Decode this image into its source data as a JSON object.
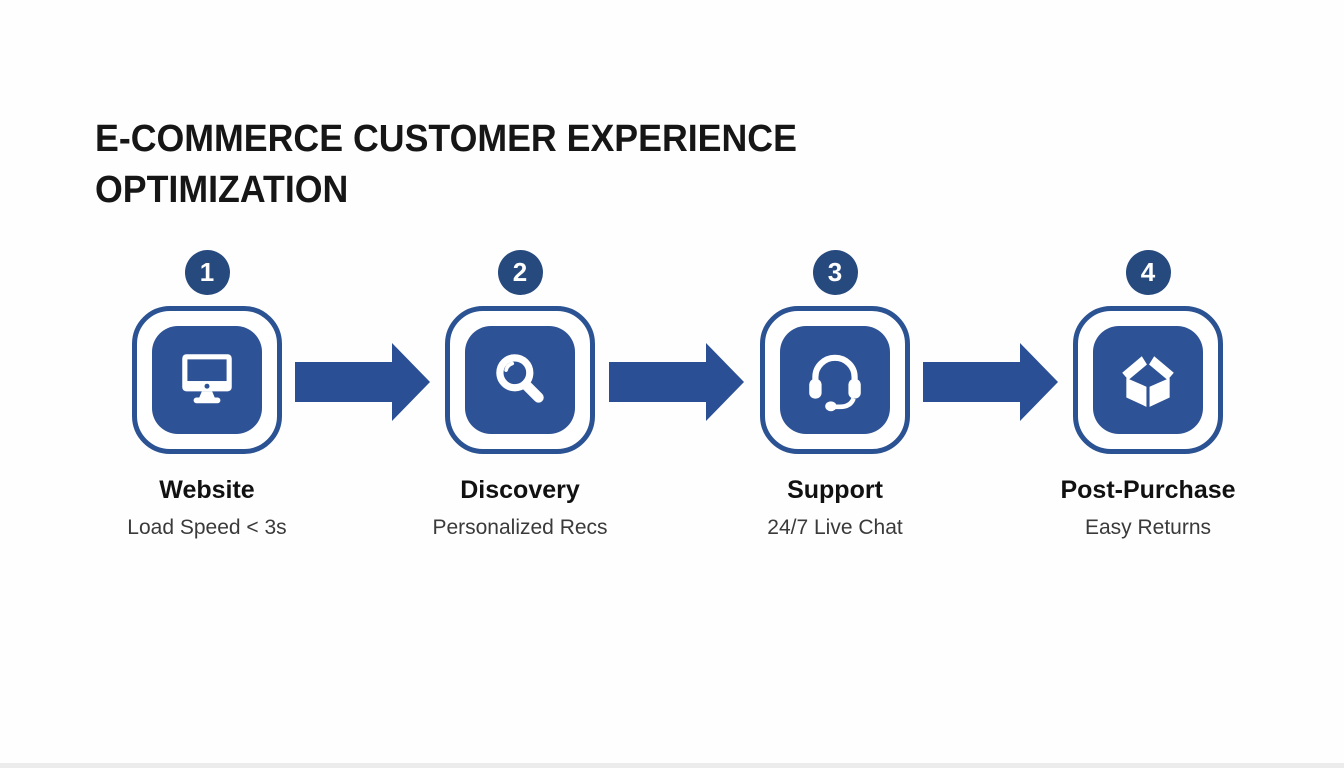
{
  "title": "E-COMMERCE CUSTOMER EXPERIENCE OPTIMIZATION",
  "colors": {
    "bg": "#fefefe",
    "blue": "#2d5295",
    "blue-dark": "#26497e",
    "blue-border": "#2b5292",
    "arrow": "#2b4f94",
    "title": "#161616",
    "label": "#111111",
    "detail": "#3a3a3a",
    "strip": "#ececec"
  },
  "steps": [
    {
      "number": "1",
      "icon": "monitor-icon",
      "label": "Website",
      "detail": "Load Speed < 3s"
    },
    {
      "number": "2",
      "icon": "magnifier-icon",
      "label": "Discovery",
      "detail": "Personalized Recs"
    },
    {
      "number": "3",
      "icon": "headset-icon",
      "label": "Support",
      "detail": "24/7 Live Chat"
    },
    {
      "number": "4",
      "icon": "open-box-icon",
      "label": "Post-Purchase",
      "detail": "Easy Returns"
    }
  ],
  "arrows": {
    "direction": "right",
    "count": 3
  }
}
